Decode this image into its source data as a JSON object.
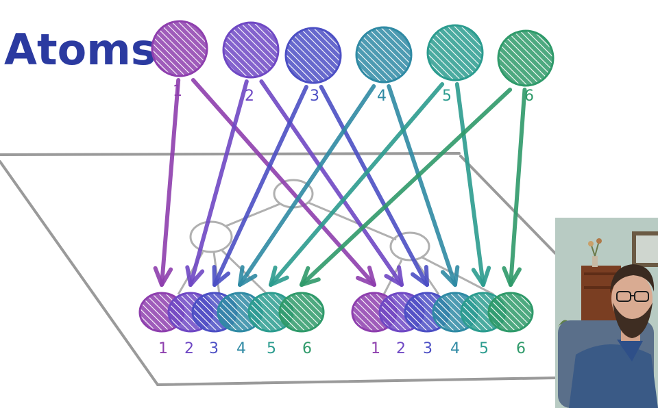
{
  "title": "Atoms",
  "colors": {
    "title": "#2b3aa0",
    "plane": "#9a9a9a",
    "atom_colors": [
      "#8e3fae",
      "#6f48c4",
      "#4c4fc4",
      "#2f8aa4",
      "#2c9c8f",
      "#2f9a6a"
    ]
  },
  "atoms": [
    {
      "label": "1"
    },
    {
      "label": "2"
    },
    {
      "label": "3"
    },
    {
      "label": "4"
    },
    {
      "label": "5"
    },
    {
      "label": "6"
    }
  ],
  "groups": [
    {
      "labels": [
        "1",
        "2",
        "3",
        "4",
        "5",
        "6"
      ]
    },
    {
      "labels": [
        "1",
        "2",
        "3",
        "4",
        "5",
        "6"
      ]
    }
  ],
  "presenter": {
    "icon": "presenter-webcam-icon"
  }
}
